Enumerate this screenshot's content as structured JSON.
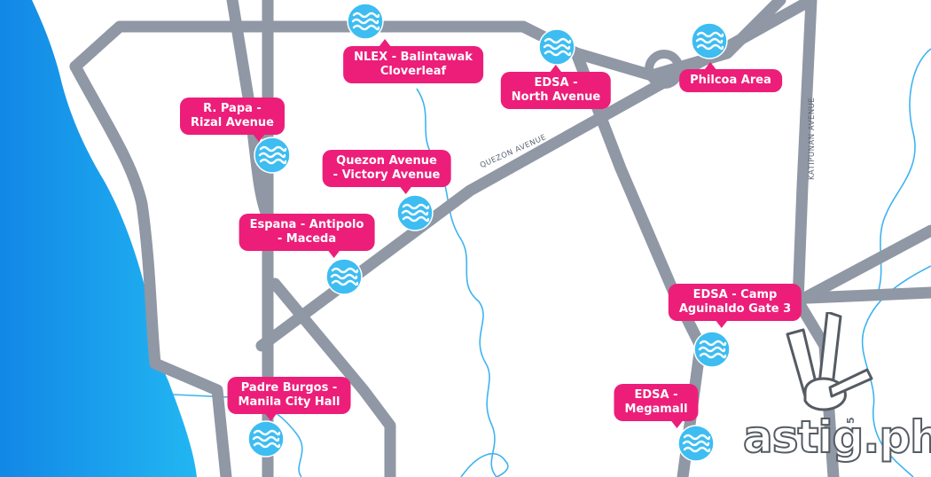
{
  "map": {
    "road_labels": {
      "quezon_avenue": "QUEZON AVENUE",
      "katipunan_avenue": "KATIPUNAN AVENUE",
      "c5_partial": "5"
    },
    "flood_areas": [
      {
        "id": "nlex-balintawak",
        "lines": [
          "NLEX - Balintawak",
          "Cloverleaf"
        ]
      },
      {
        "id": "edsa-north-avenue",
        "lines": [
          "EDSA -",
          "North Avenue"
        ]
      },
      {
        "id": "philcoa",
        "lines": [
          "Philcoa Area"
        ]
      },
      {
        "id": "r-papa-rizal",
        "lines": [
          "R. Papa -",
          "Rizal Avenue"
        ]
      },
      {
        "id": "quezon-victory",
        "lines": [
          "Quezon Avenue",
          "- Victory Avenue"
        ]
      },
      {
        "id": "espana-antipolo-maceda",
        "lines": [
          "Espana - Antipolo",
          "- Maceda"
        ]
      },
      {
        "id": "edsa-camp-aguinaldo",
        "lines": [
          "EDSA - Camp",
          "Aguinaldo Gate 3"
        ]
      },
      {
        "id": "padre-burgos",
        "lines": [
          "Padre Burgos -",
          "Manila City Hall"
        ]
      },
      {
        "id": "edsa-megamall",
        "lines": [
          "EDSA -",
          "Megamall"
        ]
      }
    ],
    "watermark": "astig.ph",
    "icon": "flood-water-icon",
    "colors": {
      "label_bg": "#ec1e79",
      "label_text": "#ffffff",
      "road": "#9097a5",
      "sea": "#1aa6ee",
      "river": "#3fb3f0",
      "icon_fill": "#3dbdf1"
    }
  }
}
